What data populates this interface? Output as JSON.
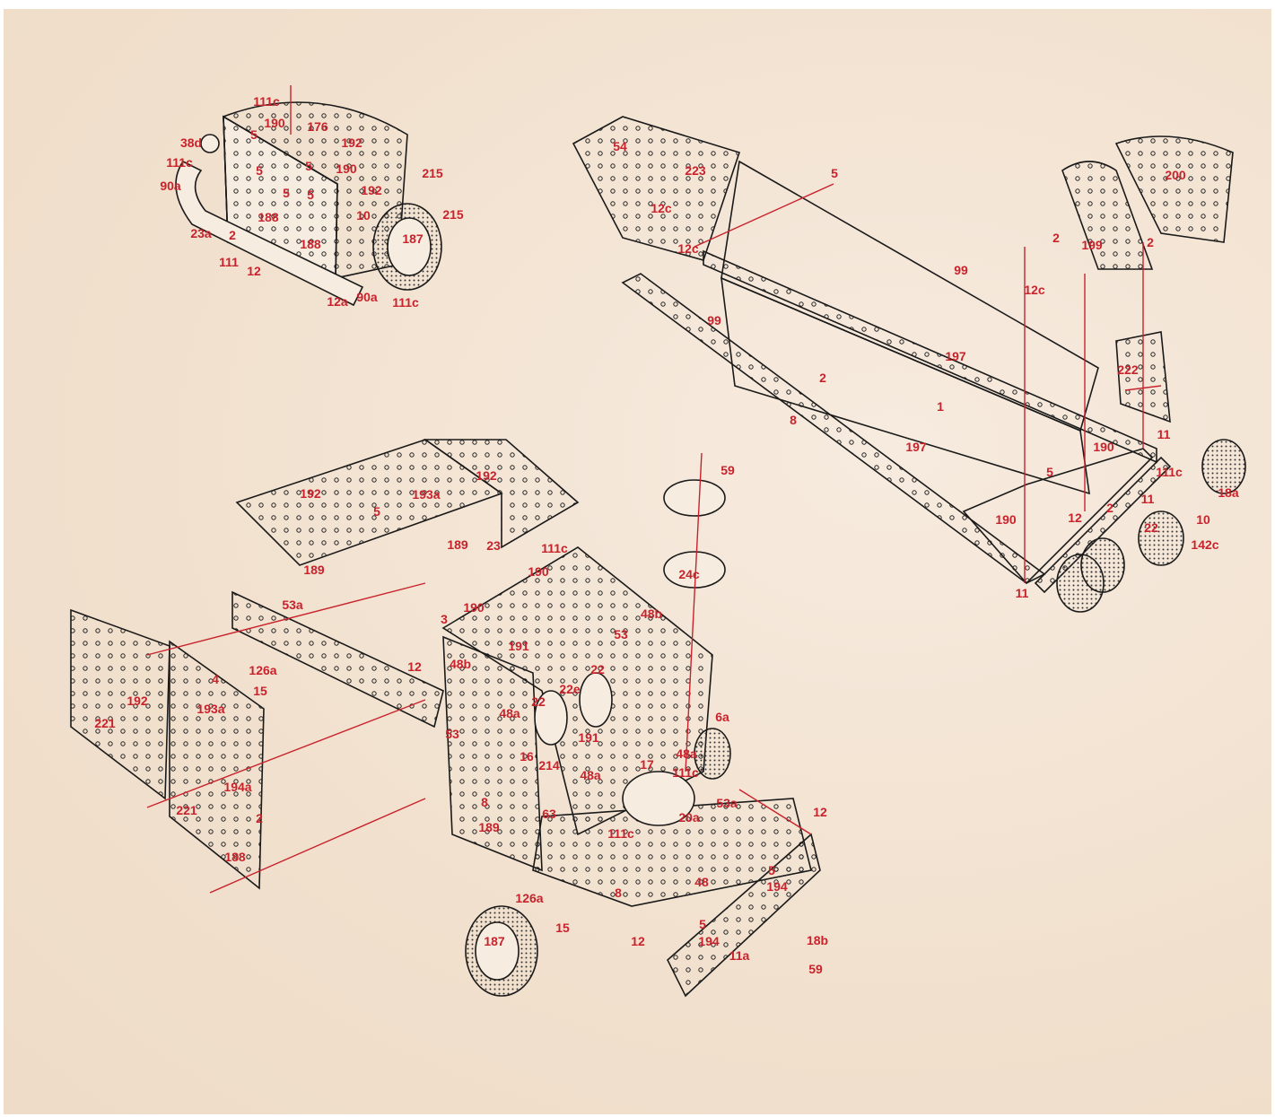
{
  "accent_color": "#c8232c",
  "line_color": "#1a1a1a",
  "labels": {
    "cab": [
      "111c",
      "176",
      "190",
      "192",
      "38d",
      "111c",
      "90a",
      "190",
      "215",
      "192",
      "10",
      "215",
      "23a",
      "2",
      "188",
      "188",
      "187",
      "111",
      "12",
      "12a",
      "90a",
      "111c",
      "5",
      "5",
      "5",
      "5",
      "5"
    ],
    "chassis": [
      "54",
      "223",
      "5",
      "12c",
      "12c",
      "200",
      "199",
      "12c",
      "99",
      "99",
      "197",
      "222",
      "2",
      "1",
      "8",
      "197",
      "190",
      "11",
      "5",
      "111c",
      "18a",
      "11",
      "12",
      "190",
      "2",
      "10",
      "22",
      "142c",
      "11",
      "2",
      "2"
    ],
    "body": [
      "192",
      "192",
      "193a",
      "5",
      "189",
      "23",
      "111c",
      "189",
      "190",
      "53a",
      "190",
      "3",
      "48b",
      "53",
      "191",
      "59",
      "24c",
      "12",
      "126a",
      "15",
      "48b",
      "22",
      "22e",
      "22",
      "4",
      "192",
      "193a",
      "221",
      "48a",
      "6a",
      "53",
      "16",
      "191",
      "48a",
      "214",
      "17",
      "111c",
      "48a",
      "194a",
      "53a",
      "221",
      "2",
      "8",
      "63",
      "20a",
      "12",
      "189",
      "111c",
      "188",
      "48",
      "5",
      "194",
      "8",
      "126a",
      "15",
      "12",
      "187",
      "194",
      "18b",
      "11a",
      "59",
      "5"
    ]
  }
}
